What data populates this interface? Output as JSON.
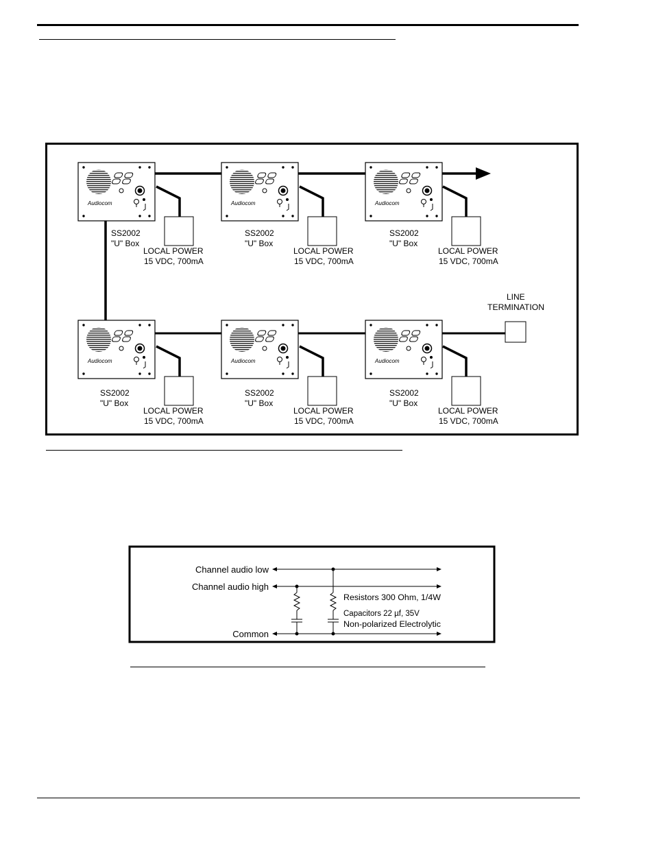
{
  "diagram1": {
    "units_top": [
      {
        "model": "SS2002",
        "box": "\"U\" Box",
        "power": "LOCAL POWER",
        "spec": "15 VDC, 700mA"
      },
      {
        "model": "SS2002",
        "box": "\"U\" Box",
        "power": "LOCAL POWER",
        "spec": "15 VDC, 700mA"
      },
      {
        "model": "SS2002",
        "box": "\"U\" Box",
        "power": "LOCAL POWER",
        "spec": "15 VDC, 700mA"
      }
    ],
    "units_bottom": [
      {
        "model": "SS2002",
        "box": "\"U\" Box",
        "power": "LOCAL POWER",
        "spec": "15 VDC, 700mA"
      },
      {
        "model": "SS2002",
        "box": "\"U\" Box",
        "power": "LOCAL POWER",
        "spec": "15 VDC, 700mA"
      },
      {
        "model": "SS2002",
        "box": "\"U\" Box",
        "power": "LOCAL POWER",
        "spec": "15 VDC, 700mA"
      }
    ],
    "termination_line1": "LINE",
    "termination_line2": "TERMINATION"
  },
  "diagram2": {
    "channel_low": "Channel audio low",
    "channel_high": "Channel audio high",
    "common": "Common",
    "resistors": "Resistors 300 Ohm, 1/4W",
    "capacitors": "Capacitors 22 µf, 35V",
    "capacitor_type": "Non-polarized Electrolytic"
  }
}
